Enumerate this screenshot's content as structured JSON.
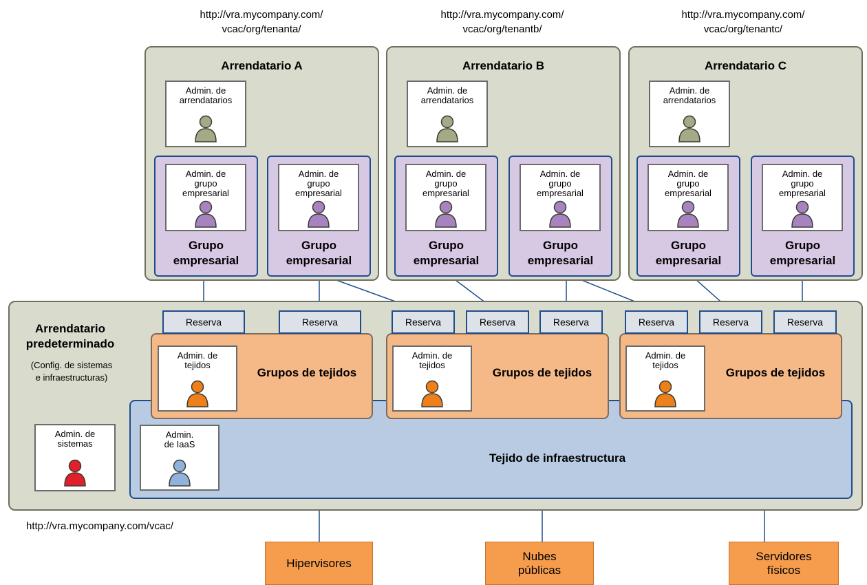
{
  "urls": {
    "tenant_a": "http://vra.mycompany.com/\nvcac/org/tenanta/",
    "tenant_b": "http://vra.mycompany.com/\nvcac/org/tenantb/",
    "tenant_c": "http://vra.mycompany.com/\nvcac/org/tenantc/",
    "default": "http://vra.mycompany.com/vcac/"
  },
  "tenants": [
    {
      "title": "Arrendatario A",
      "admin": "Admin. de\narrendatarios"
    },
    {
      "title": "Arrendatario B",
      "admin": "Admin. de\narrendatarios"
    },
    {
      "title": "Arrendatario C",
      "admin": "Admin. de\narrendatarios"
    }
  ],
  "business_group": {
    "admin": "Admin. de\ngrupo\nempresarial",
    "label": "Grupo\nempresarial"
  },
  "default_tenant": {
    "title": "Arrendatario\npredeterminado",
    "subtitle": "(Config. de sistemas\ne infraestructuras)",
    "system_admin": "Admin. de\nsistemas"
  },
  "reservation_label": "Reserva",
  "fabric_group": {
    "admin": "Admin. de\ntejidos",
    "label": "Grupos de tejidos"
  },
  "infrastructure": {
    "label": "Tejido de infraestructura",
    "admin": "Admin.\nde IaaS"
  },
  "endpoints": [
    "Hipervisores",
    "Nubes\npúblicas",
    "Servidores\nfísicos"
  ],
  "colors": {
    "tenant_admin_icon": "#a3ab86",
    "business_admin_icon": "#a784c0",
    "fabric_admin_icon": "#ef7f1a",
    "system_admin_icon": "#e0202a",
    "iaas_admin_icon": "#8fb3dc"
  }
}
